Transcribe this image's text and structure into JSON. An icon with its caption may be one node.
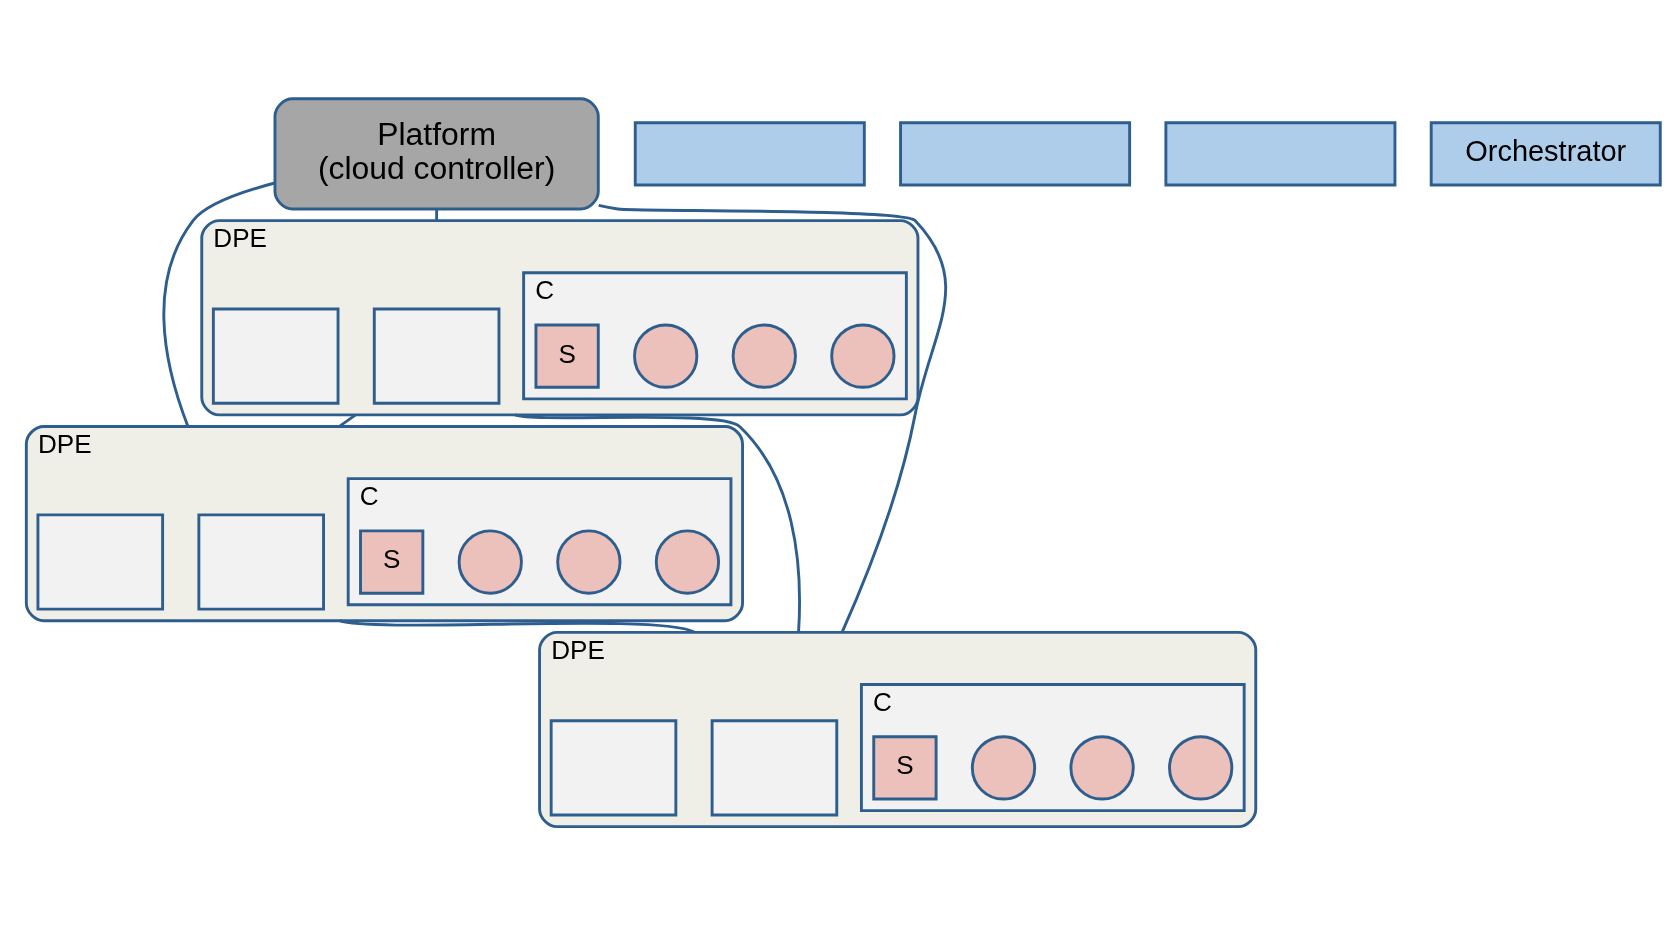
{
  "diagram": {
    "nodes": [
      {
        "text": [
          "Platform",
          "(cloud controller)"
        ]
      },
      {
        "text": [
          "DPE"
        ]
      },
      {
        "text": [],
        "shape": "box",
        "in": 1
      },
      {
        "text": [],
        "shape": "box",
        "in": 1
      },
      {
        "text": [
          "C"
        ],
        "in": 1
      },
      {
        "text": [],
        "shape": "circle",
        "in": 4
      },
      {
        "text": [],
        "shape": "circle",
        "in": 4
      },
      {
        "text": [],
        "shape": "circle",
        "in": 4
      },
      {
        "text": [
          "S"
        ],
        "in": 4
      },
      {
        "text": [
          "DPE"
        ]
      },
      {
        "text": [],
        "shape": "box",
        "in": 9
      },
      {
        "text": [],
        "shape": "box",
        "in": 9
      },
      {
        "text": [
          "C"
        ],
        "in": 9
      },
      {
        "text": [],
        "shape": "circle",
        "in": 12
      },
      {
        "text": [],
        "shape": "circle",
        "in": 12
      },
      {
        "text": [],
        "shape": "circle",
        "in": 12
      },
      {
        "text": [
          "S"
        ],
        "in": 12
      },
      {
        "text": [
          "DPE"
        ]
      },
      {
        "text": [],
        "shape": "box",
        "in": 17
      },
      {
        "text": [],
        "shape": "box",
        "in": 17
      },
      {
        "text": [
          "C"
        ],
        "in": 17
      },
      {
        "text": [],
        "shape": "circle",
        "in": 20
      },
      {
        "text": [],
        "shape": "circle",
        "in": 20
      },
      {
        "text": [],
        "shape": "circle",
        "in": 20
      },
      {
        "text": [
          "S"
        ],
        "in": 20
      },
      {
        "text": [],
        "shape": "box"
      },
      {
        "text": [],
        "shape": "box"
      },
      {
        "text": [],
        "shape": "box"
      },
      {
        "text": [
          "Orchestrator"
        ]
      }
    ],
    "edges": [
      {
        "from": 0,
        "to": 1,
        "arrow": "none"
      },
      {
        "from": 0,
        "to": 17,
        "arrow": "none"
      },
      {
        "from": 0,
        "to": 9,
        "arrow": "none"
      },
      {
        "from": 9,
        "to": 1,
        "arrow": "none"
      },
      {
        "from": 9,
        "to": 17,
        "arrow": "none"
      },
      {
        "from": 1,
        "to": 17,
        "arrow": "none"
      }
    ]
  }
}
